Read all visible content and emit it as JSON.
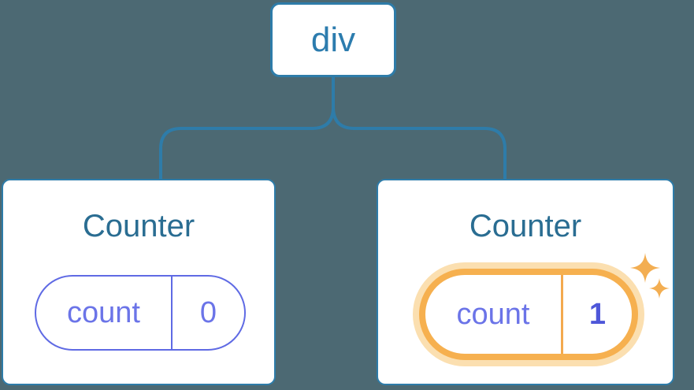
{
  "diagram": {
    "description": "React component tree showing a div root with two Counter children; second Counter state was updated",
    "root": {
      "label": "div"
    },
    "children": [
      {
        "title": "Counter",
        "state": {
          "key": "count",
          "value": "0"
        },
        "highlighted": false
      },
      {
        "title": "Counter",
        "state": {
          "key": "count",
          "value": "1"
        },
        "highlighted": true
      }
    ]
  },
  "icons": {
    "sparkles": "sparkles-icon"
  },
  "colors": {
    "background": "#4c6973",
    "node_fill": "#ffffff",
    "tree_blue": "#2e7ca9",
    "root_label_blue": "#2c7cae",
    "title_blue": "#2a6d92",
    "state_purple": "#6b74e8",
    "state_value_bold_purple": "#4e57d9",
    "pill_border_purple": "#5f6ae4",
    "highlight_orange": "#f6b04f",
    "highlight_glow": "#fbdfb0",
    "sparkle_orange": "#f3ae52"
  }
}
